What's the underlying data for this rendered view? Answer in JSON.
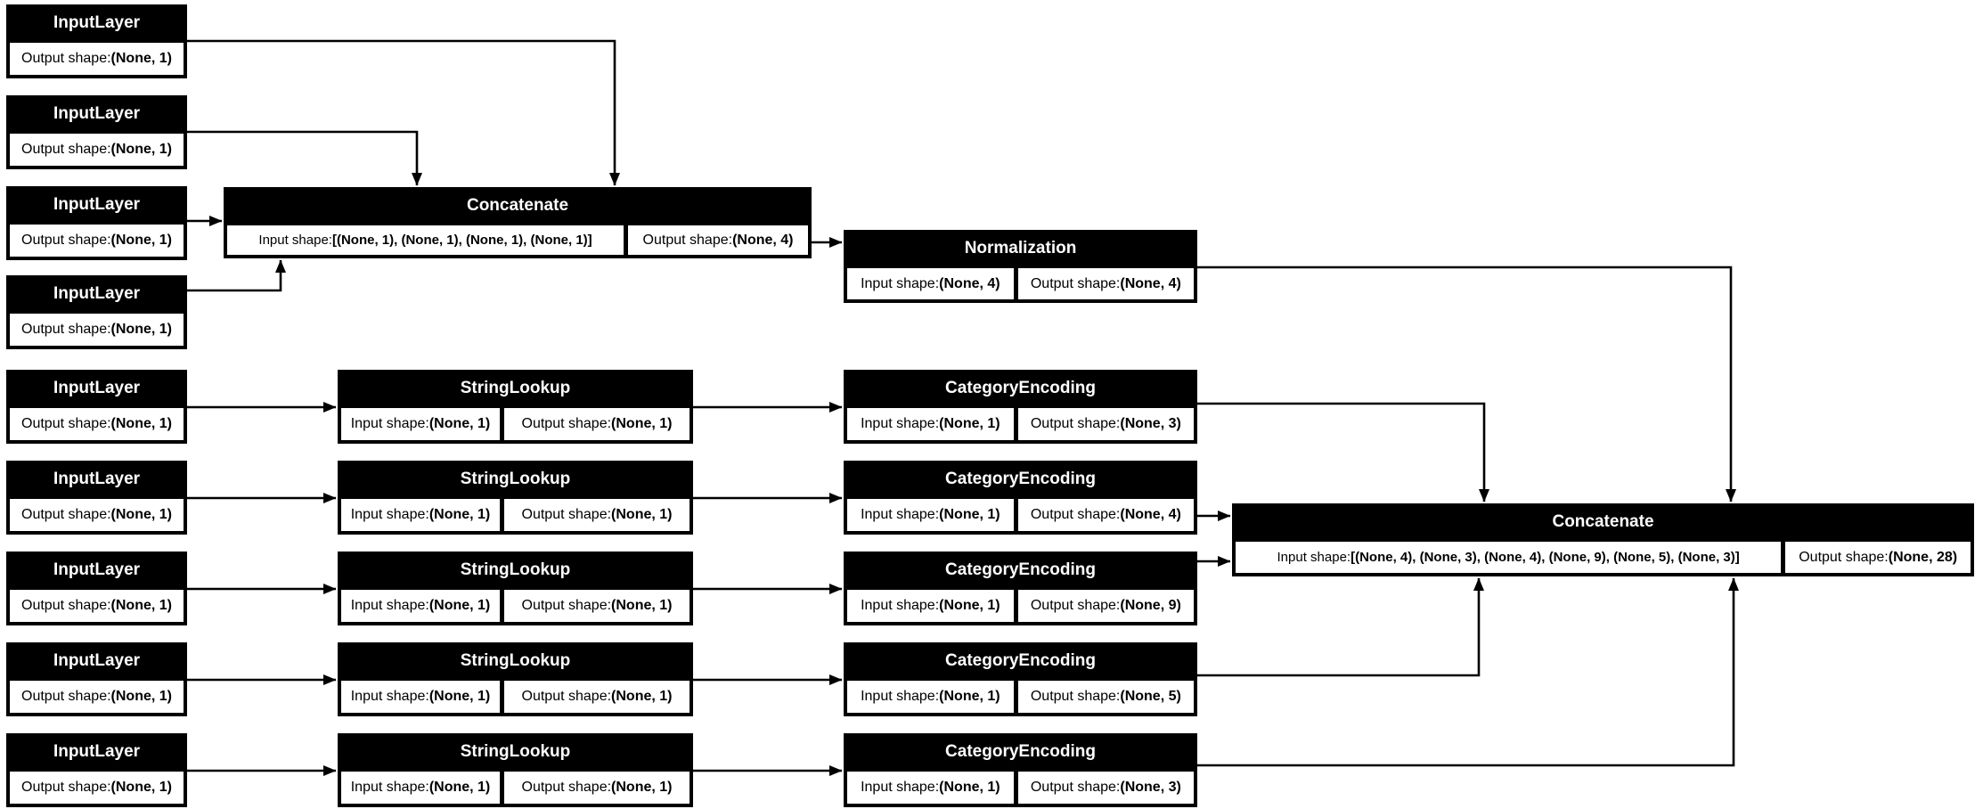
{
  "diagram": {
    "kind": "keras-model-architecture-plot",
    "colors": {
      "node_fill": "#000000",
      "node_title_text": "#ffffff",
      "cell_fill": "#ffffff",
      "cell_text": "#000000",
      "edge": "#000000",
      "background": "#ffffff"
    }
  },
  "nodes": [
    {
      "id": "input-1",
      "title": "InputLayer",
      "cells": [
        {
          "label": "Output shape: ",
          "value": "(None, 1)"
        }
      ]
    },
    {
      "id": "input-2",
      "title": "InputLayer",
      "cells": [
        {
          "label": "Output shape: ",
          "value": "(None, 1)"
        }
      ]
    },
    {
      "id": "input-3",
      "title": "InputLayer",
      "cells": [
        {
          "label": "Output shape: ",
          "value": "(None, 1)"
        }
      ]
    },
    {
      "id": "input-4",
      "title": "InputLayer",
      "cells": [
        {
          "label": "Output shape: ",
          "value": "(None, 1)"
        }
      ]
    },
    {
      "id": "concatenate-1",
      "title": "Concatenate",
      "cells": [
        {
          "label": "Input shape: ",
          "value": "[(None, 1), (None, 1), (None, 1), (None, 1)]"
        },
        {
          "label": "Output shape: ",
          "value": "(None, 4)"
        }
      ]
    },
    {
      "id": "normalization",
      "title": "Normalization",
      "cells": [
        {
          "label": "Input shape: ",
          "value": "(None, 4)"
        },
        {
          "label": "Output shape: ",
          "value": "(None, 4)"
        }
      ]
    },
    {
      "id": "input-5",
      "title": "InputLayer",
      "cells": [
        {
          "label": "Output shape: ",
          "value": "(None, 1)"
        }
      ]
    },
    {
      "id": "stringlookup-1",
      "title": "StringLookup",
      "cells": [
        {
          "label": "Input shape: ",
          "value": "(None, 1)"
        },
        {
          "label": "Output shape: ",
          "value": "(None, 1)"
        }
      ]
    },
    {
      "id": "categoryencoding-1",
      "title": "CategoryEncoding",
      "cells": [
        {
          "label": "Input shape: ",
          "value": "(None, 1)"
        },
        {
          "label": "Output shape: ",
          "value": "(None, 3)"
        }
      ]
    },
    {
      "id": "input-6",
      "title": "InputLayer",
      "cells": [
        {
          "label": "Output shape: ",
          "value": "(None, 1)"
        }
      ]
    },
    {
      "id": "stringlookup-2",
      "title": "StringLookup",
      "cells": [
        {
          "label": "Input shape: ",
          "value": "(None, 1)"
        },
        {
          "label": "Output shape: ",
          "value": "(None, 1)"
        }
      ]
    },
    {
      "id": "categoryencoding-2",
      "title": "CategoryEncoding",
      "cells": [
        {
          "label": "Input shape: ",
          "value": "(None, 1)"
        },
        {
          "label": "Output shape: ",
          "value": "(None, 4)"
        }
      ]
    },
    {
      "id": "input-7",
      "title": "InputLayer",
      "cells": [
        {
          "label": "Output shape: ",
          "value": "(None, 1)"
        }
      ]
    },
    {
      "id": "stringlookup-3",
      "title": "StringLookup",
      "cells": [
        {
          "label": "Input shape: ",
          "value": "(None, 1)"
        },
        {
          "label": "Output shape: ",
          "value": "(None, 1)"
        }
      ]
    },
    {
      "id": "categoryencoding-3",
      "title": "CategoryEncoding",
      "cells": [
        {
          "label": "Input shape: ",
          "value": "(None, 1)"
        },
        {
          "label": "Output shape: ",
          "value": "(None, 9)"
        }
      ]
    },
    {
      "id": "input-8",
      "title": "InputLayer",
      "cells": [
        {
          "label": "Output shape: ",
          "value": "(None, 1)"
        }
      ]
    },
    {
      "id": "stringlookup-4",
      "title": "StringLookup",
      "cells": [
        {
          "label": "Input shape: ",
          "value": "(None, 1)"
        },
        {
          "label": "Output shape: ",
          "value": "(None, 1)"
        }
      ]
    },
    {
      "id": "categoryencoding-4",
      "title": "CategoryEncoding",
      "cells": [
        {
          "label": "Input shape: ",
          "value": "(None, 1)"
        },
        {
          "label": "Output shape: ",
          "value": "(None, 5)"
        }
      ]
    },
    {
      "id": "input-9",
      "title": "InputLayer",
      "cells": [
        {
          "label": "Output shape: ",
          "value": "(None, 1)"
        }
      ]
    },
    {
      "id": "stringlookup-5",
      "title": "StringLookup",
      "cells": [
        {
          "label": "Input shape: ",
          "value": "(None, 1)"
        },
        {
          "label": "Output shape: ",
          "value": "(None, 1)"
        }
      ]
    },
    {
      "id": "categoryencoding-5",
      "title": "CategoryEncoding",
      "cells": [
        {
          "label": "Input shape: ",
          "value": "(None, 1)"
        },
        {
          "label": "Output shape: ",
          "value": "(None, 3)"
        }
      ]
    },
    {
      "id": "concatenate-2",
      "title": "Concatenate",
      "cells": [
        {
          "label": "Input shape: ",
          "value": "[(None, 4), (None, 3), (None, 4), (None, 9), (None, 5), (None, 3)]"
        },
        {
          "label": "Output shape: ",
          "value": "(None, 28)"
        }
      ]
    }
  ],
  "edges": [
    {
      "from": "input-1",
      "to": "concatenate-1"
    },
    {
      "from": "input-2",
      "to": "concatenate-1"
    },
    {
      "from": "input-3",
      "to": "concatenate-1"
    },
    {
      "from": "input-4",
      "to": "concatenate-1"
    },
    {
      "from": "concatenate-1",
      "to": "normalization"
    },
    {
      "from": "normalization",
      "to": "concatenate-2"
    },
    {
      "from": "input-5",
      "to": "stringlookup-1"
    },
    {
      "from": "stringlookup-1",
      "to": "categoryencoding-1"
    },
    {
      "from": "categoryencoding-1",
      "to": "concatenate-2"
    },
    {
      "from": "input-6",
      "to": "stringlookup-2"
    },
    {
      "from": "stringlookup-2",
      "to": "categoryencoding-2"
    },
    {
      "from": "categoryencoding-2",
      "to": "concatenate-2"
    },
    {
      "from": "input-7",
      "to": "stringlookup-3"
    },
    {
      "from": "stringlookup-3",
      "to": "categoryencoding-3"
    },
    {
      "from": "categoryencoding-3",
      "to": "concatenate-2"
    },
    {
      "from": "input-8",
      "to": "stringlookup-4"
    },
    {
      "from": "stringlookup-4",
      "to": "categoryencoding-4"
    },
    {
      "from": "categoryencoding-4",
      "to": "concatenate-2"
    },
    {
      "from": "input-9",
      "to": "stringlookup-5"
    },
    {
      "from": "stringlookup-5",
      "to": "categoryencoding-5"
    },
    {
      "from": "categoryencoding-5",
      "to": "concatenate-2"
    }
  ]
}
